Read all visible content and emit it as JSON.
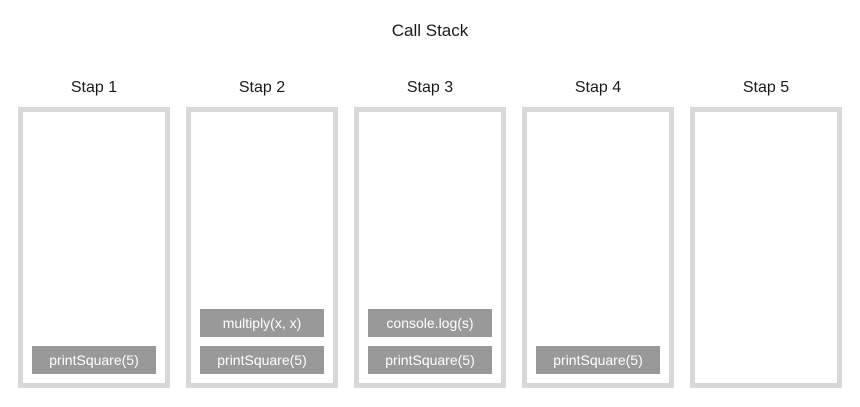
{
  "title": "Call Stack",
  "colors": {
    "container_border": "#d8d8d8",
    "frame_background": "#999999",
    "frame_text": "#ffffff",
    "label_text": "#1a1a1a"
  },
  "steps": [
    {
      "label": "Stap 1",
      "frames_top_to_bottom": [
        "printSquare(5)"
      ]
    },
    {
      "label": "Stap 2",
      "frames_top_to_bottom": [
        "multiply(x, x)",
        "printSquare(5)"
      ]
    },
    {
      "label": "Stap 3",
      "frames_top_to_bottom": [
        "console.log(s)",
        "printSquare(5)"
      ]
    },
    {
      "label": "Stap 4",
      "frames_top_to_bottom": [
        "printSquare(5)"
      ]
    },
    {
      "label": "Stap 5",
      "frames_top_to_bottom": []
    }
  ]
}
